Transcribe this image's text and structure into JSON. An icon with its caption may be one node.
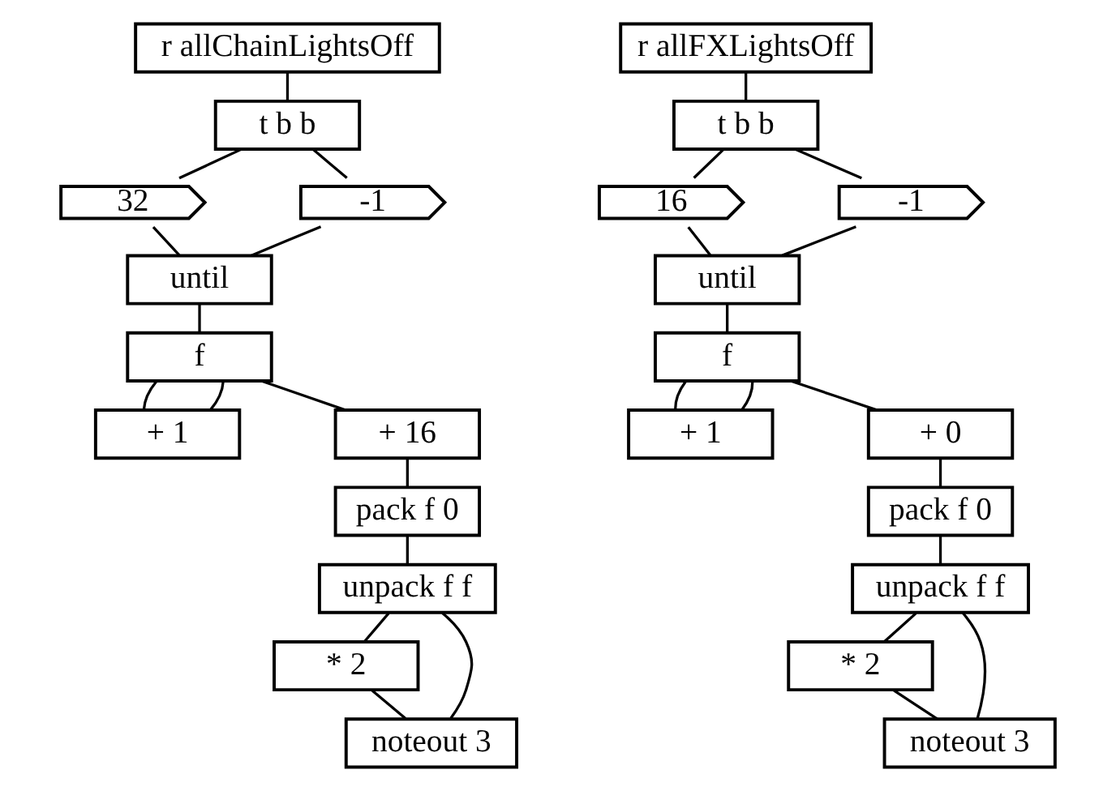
{
  "diagram": {
    "nodes": [
      {
        "text": [
          "r allChainLightsOff"
        ]
      },
      {
        "text": [
          "t b b"
        ]
      },
      {
        "text": [
          "32"
        ]
      },
      {
        "text": [
          "-1"
        ]
      },
      {
        "text": [
          "until"
        ]
      },
      {
        "text": [
          "f"
        ]
      },
      {
        "text": [
          "+ 1"
        ]
      },
      {
        "text": [
          "+ 16"
        ]
      },
      {
        "text": [
          "pack f 0"
        ]
      },
      {
        "text": [
          "unpack f f"
        ]
      },
      {
        "text": [
          "* 2"
        ]
      },
      {
        "text": [
          "noteout 3"
        ]
      },
      {
        "text": [
          "r allFXLightsOff"
        ]
      },
      {
        "text": [
          "t b b"
        ]
      },
      {
        "text": [
          "16"
        ]
      },
      {
        "text": [
          "-1"
        ]
      },
      {
        "text": [
          "until"
        ]
      },
      {
        "text": [
          "f"
        ]
      },
      {
        "text": [
          "+ 1"
        ]
      },
      {
        "text": [
          "+ 0"
        ]
      },
      {
        "text": [
          "pack f 0"
        ]
      },
      {
        "text": [
          "unpack f f"
        ]
      },
      {
        "text": [
          "* 2"
        ]
      },
      {
        "text": [
          "noteout 3"
        ]
      }
    ],
    "edges": [
      {
        "from": 0,
        "to": 1,
        "arrow": "none"
      },
      {
        "from": 1,
        "to": 2,
        "arrow": "none"
      },
      {
        "from": 1,
        "to": 3,
        "arrow": "none"
      },
      {
        "from": 2,
        "to": 4,
        "arrow": "none"
      },
      {
        "from": 3,
        "to": 4,
        "arrow": "none"
      },
      {
        "from": 4,
        "to": 5,
        "arrow": "none"
      },
      {
        "from": 5,
        "to": 6,
        "arrow": "none"
      },
      {
        "from": 6,
        "to": 5,
        "arrow": "none"
      },
      {
        "from": 5,
        "to": 7,
        "arrow": "none"
      },
      {
        "from": 7,
        "to": 8,
        "arrow": "none"
      },
      {
        "from": 8,
        "to": 9,
        "arrow": "none"
      },
      {
        "from": 9,
        "to": 10,
        "arrow": "none"
      },
      {
        "from": 9,
        "to": 11,
        "arrow": "none"
      },
      {
        "from": 10,
        "to": 11,
        "arrow": "none"
      },
      {
        "from": 12,
        "to": 13,
        "arrow": "none"
      },
      {
        "from": 13,
        "to": 14,
        "arrow": "none"
      },
      {
        "from": 13,
        "to": 15,
        "arrow": "none"
      },
      {
        "from": 14,
        "to": 16,
        "arrow": "none"
      },
      {
        "from": 15,
        "to": 16,
        "arrow": "none"
      },
      {
        "from": 16,
        "to": 17,
        "arrow": "none"
      },
      {
        "from": 17,
        "to": 18,
        "arrow": "none"
      },
      {
        "from": 18,
        "to": 17,
        "arrow": "none"
      },
      {
        "from": 17,
        "to": 19,
        "arrow": "none"
      },
      {
        "from": 19,
        "to": 20,
        "arrow": "none"
      },
      {
        "from": 20,
        "to": 21,
        "arrow": "none"
      },
      {
        "from": 21,
        "to": 22,
        "arrow": "none"
      },
      {
        "from": 21,
        "to": 23,
        "arrow": "none"
      },
      {
        "from": 22,
        "to": 23,
        "arrow": "none"
      }
    ]
  }
}
